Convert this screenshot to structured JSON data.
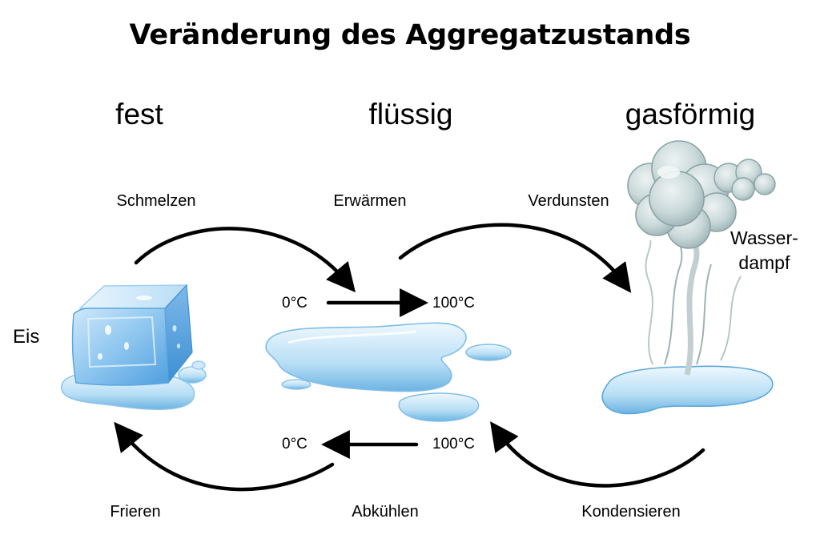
{
  "title": "Veränderung des Aggregatzustands",
  "states": {
    "solid": "fest",
    "liquid": "flüssig",
    "gas": "gasförmig"
  },
  "processes": {
    "melting": "Schmelzen",
    "warming": "Erwärmen",
    "evaporating": "Verdunsten",
    "freezing": "Frieren",
    "cooling": "Abkühlen",
    "condensing": "Kondensieren"
  },
  "temperatures": {
    "top_left": "0°C",
    "top_right": "100°C",
    "bottom_left": "0°C",
    "bottom_right": "100°C"
  },
  "labels": {
    "ice": "Eis",
    "steam_line1": "Wasser-",
    "steam_line2": "dampf"
  },
  "colors": {
    "ice_light": "#d6ecfb",
    "ice_mid": "#8fc7f0",
    "ice_dark": "#4a9ee0",
    "water_light": "#e6f4fd",
    "water_mid": "#a9d7f3",
    "water_dark": "#5aa7dc",
    "cloud_light": "#dde7e8",
    "cloud_dark": "#98b0b3",
    "arrow": "#000000"
  }
}
